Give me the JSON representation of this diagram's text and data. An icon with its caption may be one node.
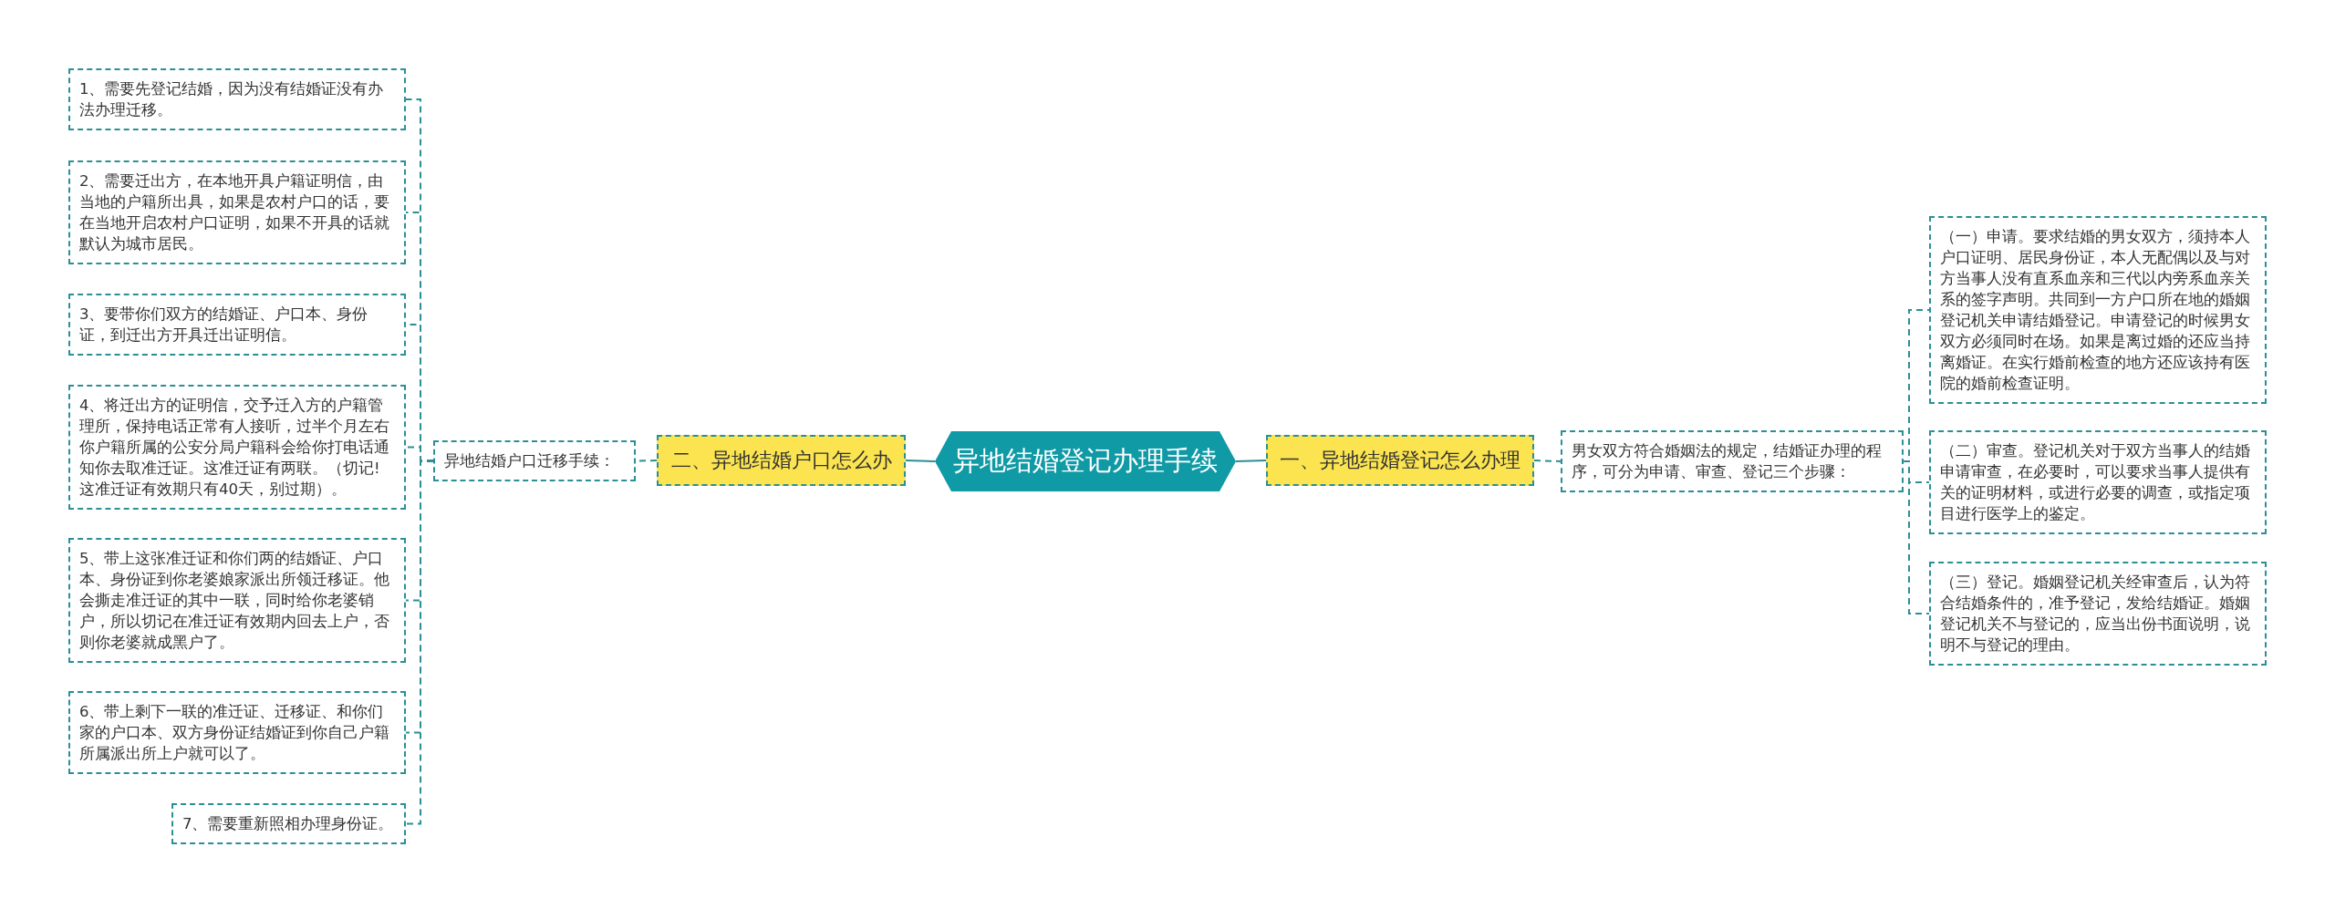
{
  "diagram": {
    "nodes": [
      {
        "text": [
          "异地结婚登记办理手续"
        ]
      },
      {
        "text": [
          "一、异地结婚登记怎么办理"
        ]
      },
      {
        "text": [
          "男女双方符合婚姻法的规定，结婚证办理的程序，可分为申请、审查、登记三个步骤："
        ]
      },
      {
        "text": [
          "（一）申请。要求结婚的男女双方，须持本人户口证明、居民身份证，本人无配偶以及与对方当事人没有直系血亲和三代以内旁系血亲关系的签字声明。共同到一方户口所在地的婚姻登记机关申请结婚登记。申请登记的时候男女双方必须同时在场。如果是离过婚的还应当持离婚证。在实行婚前检查的地方还应该持有医院的婚前检查证明。"
        ]
      },
      {
        "text": [
          "（二）审查。登记机关对于双方当事人的结婚申请审查，在必要时，可以要求当事人提供有关的证明材料，或进行必要的调查，或指定项目进行医学上的鉴定。"
        ]
      },
      {
        "text": [
          "（三）登记。婚姻登记机关经审查后，认为符合结婚条件的，准予登记，发给结婚证。婚姻登记机关不与登记的，应当出份书面说明，说明不与登记的理由。"
        ]
      },
      {
        "text": [
          "二、异地结婚户口怎么办"
        ]
      },
      {
        "text": [
          "异地结婚户口迁移手续："
        ]
      },
      {
        "text": [
          "1、需要先登记结婚，因为没有结婚证没有办法办理迁移。"
        ]
      },
      {
        "text": [
          "2、需要迁出方，在本地开具户籍证明信，由当地的户籍所出具，如果是农村户口的话，要在当地开启农村户口证明，如果不开具的话就默认为城市居民。"
        ]
      },
      {
        "text": [
          "3、要带你们双方的结婚证、户口本、身份证，到迁出方开具迁出证明信。"
        ]
      },
      {
        "text": [
          "4、将迁出方的证明信，交予迁入方的户籍管理所，保持电话正常有人接听，过半个月左右你户籍所属的公安分局户籍科会给你打电话通知你去取准迁证。这准迁证有两联。（切记!这准迁证有效期只有40天，别过期）。"
        ]
      },
      {
        "text": [
          "5、带上这张准迁证和你们两的结婚证、户口本、身份证到你老婆娘家派出所领迁移证。他会撕走准迁证的其中一联，同时给你老婆销户，所以切记在准迁证有效期内回去上户，否则你老婆就成黑户了。"
        ]
      },
      {
        "text": [
          "6、带上剩下一联的准迁证、迁移证、和你们家的户口本、双方身份证结婚证到你自己户籍所属派出所上户就可以了。"
        ]
      },
      {
        "text": [
          "7、需要重新照相办理身份证。"
        ]
      }
    ],
    "edges": [
      {
        "from": 0,
        "to": 1,
        "arrow": "none"
      },
      {
        "from": 1,
        "to": 2,
        "arrow": "none",
        "style": "dashed"
      },
      {
        "from": 2,
        "to": 3,
        "arrow": "none",
        "style": "dashed"
      },
      {
        "from": 2,
        "to": 4,
        "arrow": "none",
        "style": "dashed"
      },
      {
        "from": 2,
        "to": 5,
        "arrow": "none",
        "style": "dashed"
      },
      {
        "from": 0,
        "to": 6,
        "arrow": "none"
      },
      {
        "from": 6,
        "to": 7,
        "arrow": "none",
        "style": "dashed"
      },
      {
        "from": 7,
        "to": 8,
        "arrow": "none",
        "style": "dashed"
      },
      {
        "from": 7,
        "to": 9,
        "arrow": "none",
        "style": "dashed"
      },
      {
        "from": 7,
        "to": 10,
        "arrow": "none",
        "style": "dashed"
      },
      {
        "from": 7,
        "to": 11,
        "arrow": "none",
        "style": "dashed"
      },
      {
        "from": 7,
        "to": 12,
        "arrow": "none",
        "style": "dashed"
      },
      {
        "from": 7,
        "to": 13,
        "arrow": "none",
        "style": "dashed"
      },
      {
        "from": 7,
        "to": 14,
        "arrow": "none",
        "style": "dashed"
      }
    ]
  }
}
